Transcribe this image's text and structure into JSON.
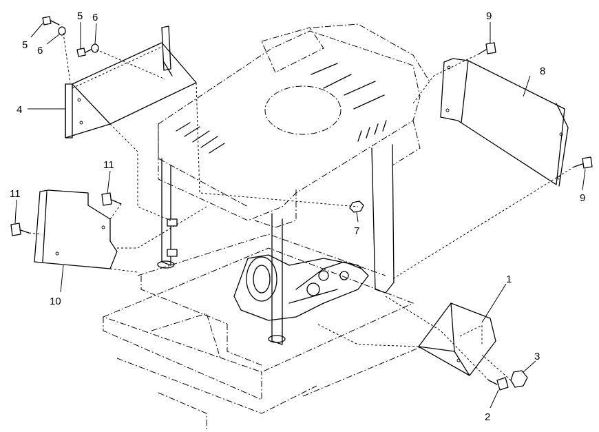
{
  "callouts": {
    "c1": "1",
    "c2": "2",
    "c3": "3",
    "c4": "4",
    "c5a": "5",
    "c5b": "5",
    "c6a": "6",
    "c6b": "6",
    "c7": "7",
    "c8": "8",
    "c9a": "9",
    "c9b": "9",
    "c10": "10",
    "c11a": "11",
    "c11b": "11"
  },
  "colors": {
    "line": "#000000",
    "background": "#ffffff"
  }
}
